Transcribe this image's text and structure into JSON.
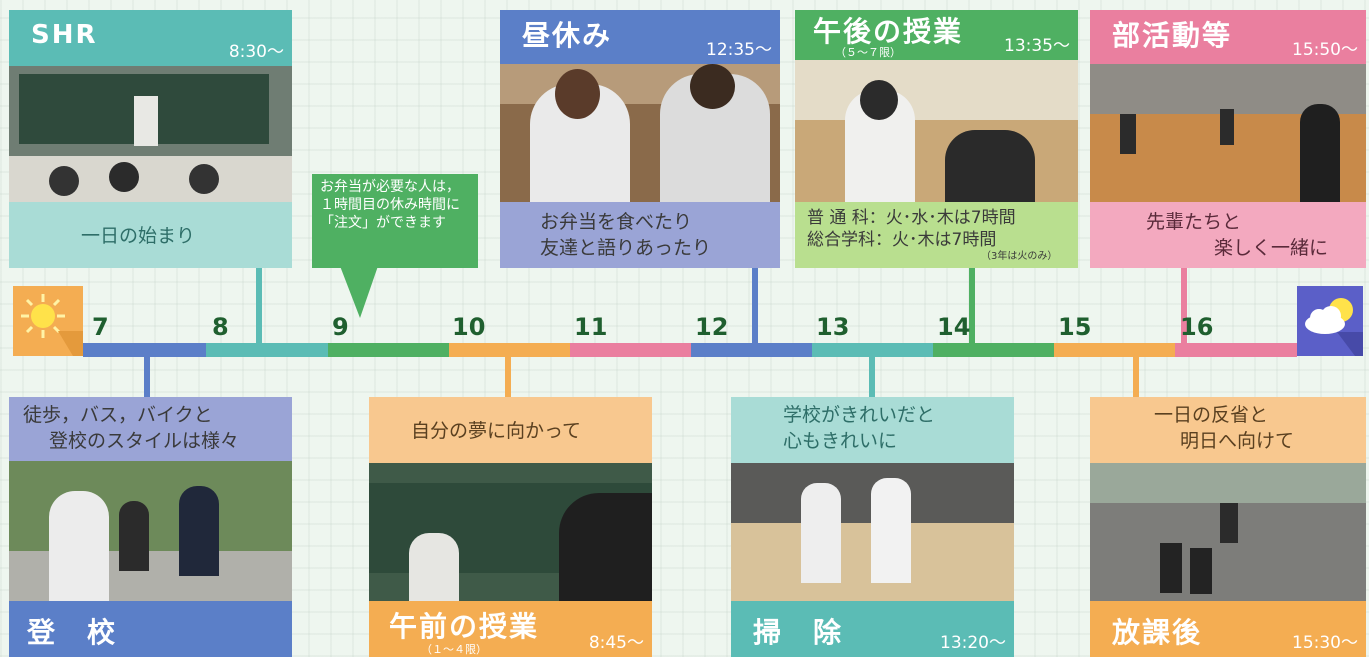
{
  "colors": {
    "teal": "#5bbcb5",
    "blue": "#5b7fc8",
    "green": "#4fb062",
    "pink": "#ea7f9f",
    "orange": "#f4ad52",
    "bg": "#eef6ef"
  },
  "hours": [
    "7",
    "8",
    "9",
    "10",
    "11",
    "12",
    "13",
    "14",
    "15",
    "16"
  ],
  "icons": {
    "sun": "sun-icon",
    "cloud": "cloud-icon"
  },
  "top": {
    "shr": {
      "title": "SHR",
      "time": "8:30〜",
      "caption": "一日の始まり"
    },
    "order_note": "お弁当が必要な人は，１時間目の休み時間に「注文」ができます",
    "lunch": {
      "title": "昼休み",
      "time": "12:35〜",
      "caption_1": "お弁当を食べたり",
      "caption_2": "友達と語りあったり"
    },
    "afternoon": {
      "title": "午後の授業",
      "sub": "（５〜７限）",
      "time": "13:35〜",
      "caption_1": "普 通 科：火･水･木は7時間",
      "caption_2": "総合学科：火･木は7時間",
      "note": "（3年は火のみ）"
    },
    "club": {
      "title": "部活動等",
      "time": "15:50〜",
      "caption_1": "先輩たちと",
      "caption_2": "楽しく一緒に"
    }
  },
  "bottom": {
    "commute": {
      "title": "登　校",
      "caption_1": "徒歩，バス，バイクと",
      "caption_2": "登校のスタイルは様々"
    },
    "morning": {
      "title": "午前の授業",
      "sub": "（１〜４限）",
      "time": "8:45〜",
      "caption": "自分の夢に向かって"
    },
    "cleaning": {
      "title": "掃　除",
      "time": "13:20〜",
      "caption_1": "学校がきれいだと",
      "caption_2": "心もきれいに"
    },
    "after": {
      "title": "放課後",
      "time": "15:30〜",
      "caption_1": "一日の反省と",
      "caption_2": "明日へ向けて"
    }
  }
}
